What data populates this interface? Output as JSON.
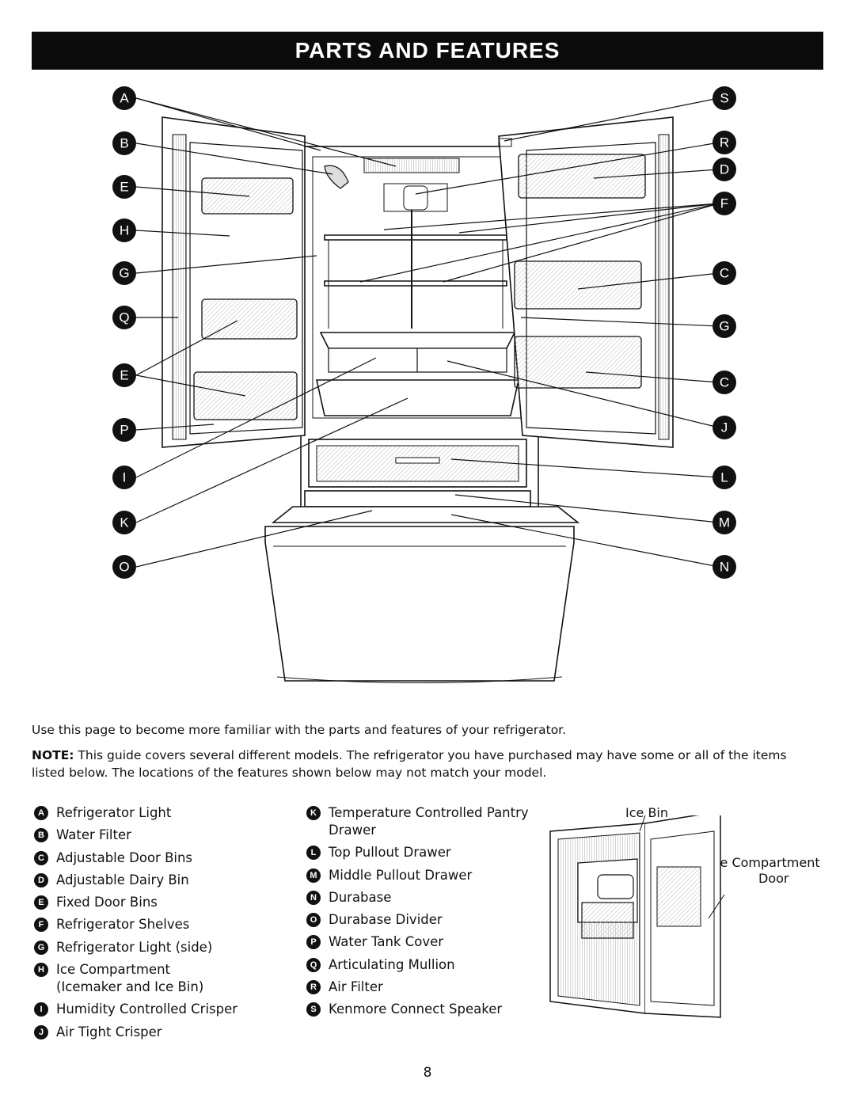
{
  "page": {
    "title": "PARTS AND FEATURES",
    "intro": "Use this page to become more familiar with the parts and features of your refrigerator.",
    "note_label": "NOTE:",
    "note_text": " This guide covers several different models. The refrigerator you have purchased may have some or all of the items listed below. The locations of the features shown below may not match your model.",
    "page_number": "8"
  },
  "diagram": {
    "callouts_left": [
      "A",
      "B",
      "E",
      "H",
      "G",
      "Q",
      "E",
      "P",
      "I",
      "K",
      "O"
    ],
    "callouts_right": [
      "S",
      "R",
      "D",
      "F",
      "C",
      "G",
      "C",
      "J",
      "L",
      "M",
      "N"
    ]
  },
  "legend_left": [
    {
      "letter": "A",
      "text": "Refrigerator Light"
    },
    {
      "letter": "B",
      "text": "Water Filter"
    },
    {
      "letter": "C",
      "text": "Adjustable Door Bins"
    },
    {
      "letter": "D",
      "text": "Adjustable Dairy Bin"
    },
    {
      "letter": "E",
      "text": "Fixed Door Bins"
    },
    {
      "letter": "F",
      "text": "Refrigerator Shelves"
    },
    {
      "letter": "G",
      "text": "Refrigerator Light (side)"
    },
    {
      "letter": "H",
      "text": "Ice Compartment\n(Icemaker and Ice Bin)"
    },
    {
      "letter": "I",
      "text": "Humidity Controlled Crisper"
    },
    {
      "letter": "J",
      "text": "Air Tight Crisper"
    }
  ],
  "legend_right": [
    {
      "letter": "K",
      "text": "Temperature Controlled Pantry\nDrawer"
    },
    {
      "letter": "L",
      "text": "Top Pullout Drawer"
    },
    {
      "letter": "M",
      "text": "Middle Pullout Drawer"
    },
    {
      "letter": "N",
      "text": "Durabase"
    },
    {
      "letter": "O",
      "text": "Durabase Divider"
    },
    {
      "letter": "P",
      "text": "Water Tank Cover"
    },
    {
      "letter": "Q",
      "text": "Articulating Mullion"
    },
    {
      "letter": "R",
      "text": "Air Filter"
    },
    {
      "letter": "S",
      "text": "Kenmore Connect Speaker"
    }
  ],
  "inset_labels": {
    "ice_bin": "Ice Bin",
    "ice_compartment": "Ice Compartment",
    "door": "Door"
  }
}
